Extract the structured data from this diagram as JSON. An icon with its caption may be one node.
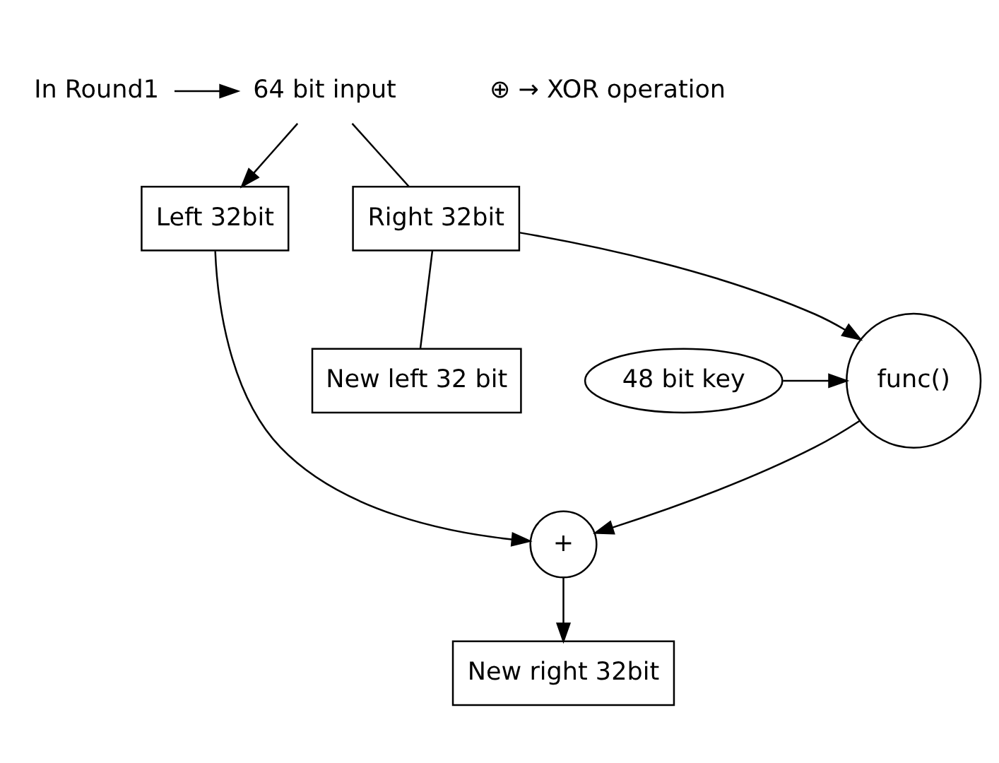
{
  "diagram": {
    "nodes": [
      {
        "text": [
          "In Round1"
        ]
      },
      {
        "text": [
          "64 bit input"
        ]
      },
      {
        "text": [
          "Left 32bit"
        ]
      },
      {
        "text": [
          "Right 32bit"
        ]
      },
      {
        "text": [
          "func()"
        ]
      },
      {
        "text": [
          "48 bit key"
        ]
      },
      {
        "text": [
          "+"
        ]
      },
      {
        "text": [
          "New right 32bit"
        ]
      },
      {
        "text": [
          "New left 32 bit"
        ]
      }
    ],
    "edges": [
      {
        "from": 0,
        "to": 1,
        "arrow": "to"
      },
      {
        "from": 1,
        "to": 2,
        "arrow": "to"
      },
      {
        "from": 1,
        "to": 3,
        "arrow": "none"
      },
      {
        "from": 3,
        "to": 4,
        "arrow": "to"
      },
      {
        "from": 5,
        "to": 4,
        "arrow": "to"
      },
      {
        "from": 4,
        "to": 6,
        "arrow": "to"
      },
      {
        "from": 2,
        "to": 6,
        "arrow": "to"
      },
      {
        "from": 6,
        "to": 7,
        "arrow": "to"
      },
      {
        "from": 3,
        "to": 8,
        "arrow": "none"
      }
    ],
    "labels": [
      "⊕ → XOR operation"
    ]
  }
}
